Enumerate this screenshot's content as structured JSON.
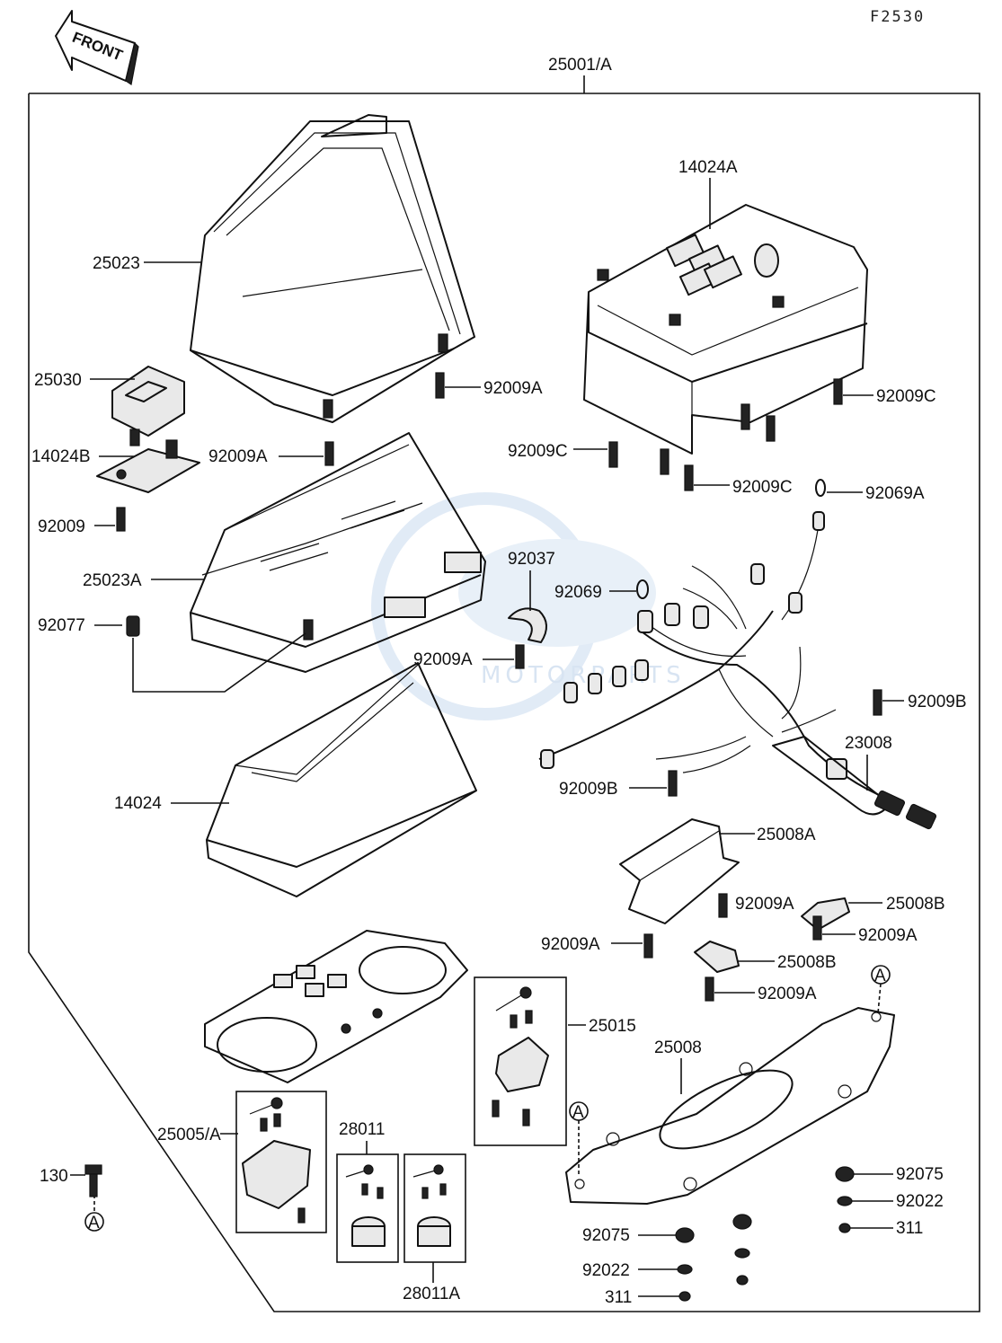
{
  "figure_code": "F2530",
  "front_arrow_text": "FRONT",
  "assembly_label": "25001/A",
  "watermark_text": "MOTORPARTS",
  "callout_letter": "A",
  "labels": {
    "p25023": "25023",
    "p14024A": "14024A",
    "p25030": "25030",
    "p92009A_1": "92009A",
    "p92009C_1": "92009C",
    "p14024B": "14024B",
    "p92009A_2": "92009A",
    "p92009C_2": "92009C",
    "p92009C_3": "92009C",
    "p92069A": "92069A",
    "p92009": "92009",
    "p25023A": "25023A",
    "p92037": "92037",
    "p92069": "92069",
    "p92077": "92077",
    "p92009A_3": "92009A",
    "p92009B_1": "92009B",
    "p23008": "23008",
    "p14024": "14024",
    "p92009B_2": "92009B",
    "p25008A": "25008A",
    "p92009A_4": "92009A",
    "p25008B_1": "25008B",
    "p92009A_5": "92009A",
    "p92009A_6": "92009A",
    "p25008B_2": "25008B",
    "p92009A_7": "92009A",
    "p25015": "25015",
    "p25008": "25008",
    "p25005A": "25005/A",
    "p28011": "28011",
    "p130": "130",
    "p92075_1": "92075",
    "p92022_1": "92022",
    "p311_1": "311",
    "p92075_2": "92075",
    "p92022_2": "92022",
    "p311_2": "311",
    "p28011A": "28011A"
  }
}
